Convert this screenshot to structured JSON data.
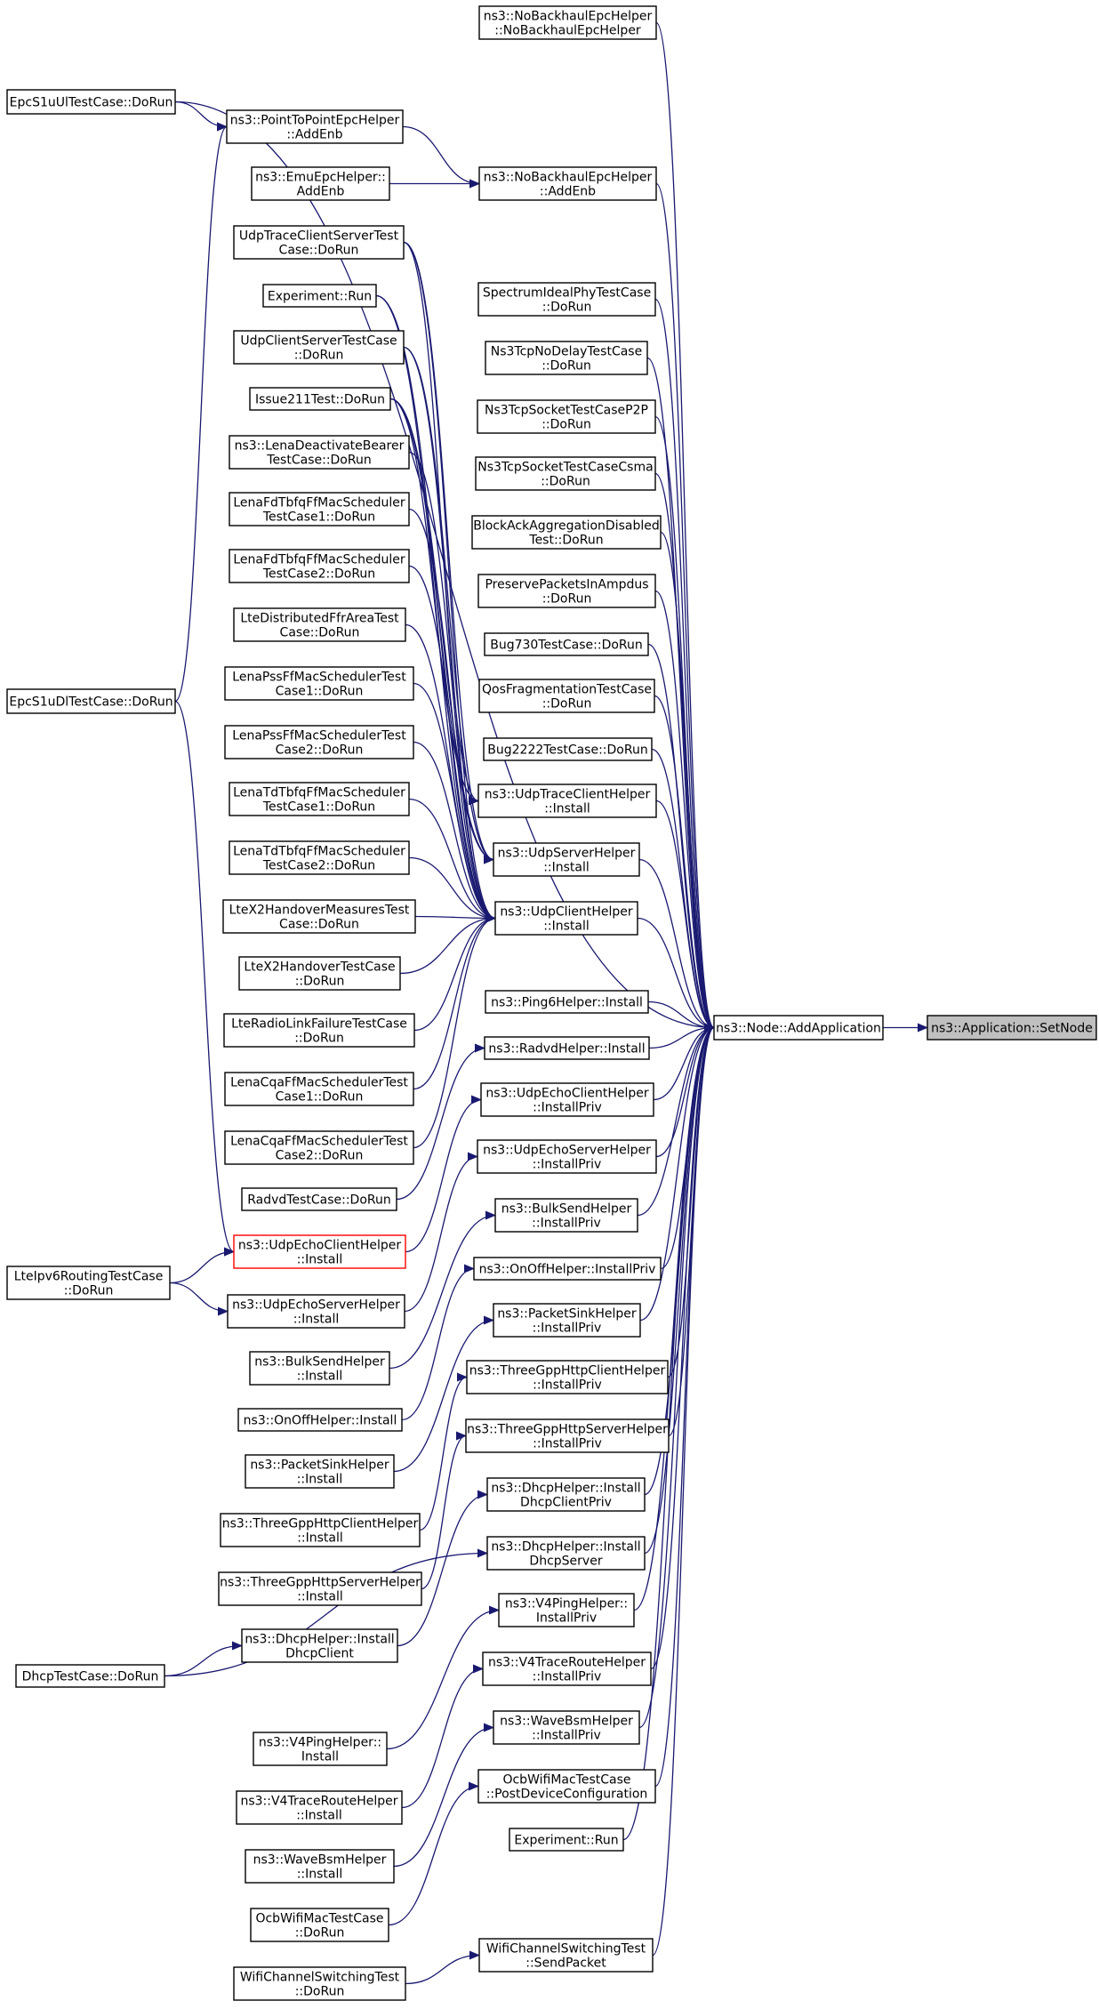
{
  "diagram": {
    "title": "",
    "nodes": [
      {
        "id": "root",
        "lines": [
          "ns3::Application::SetNode"
        ],
        "style": "root"
      },
      {
        "id": "addapp",
        "lines": [
          "ns3::Node::AddApplication"
        ]
      },
      {
        "id": "nobh_ctor",
        "lines": [
          "ns3::NoBackhaulEpcHelper",
          "::NoBackhaulEpcHelper"
        ]
      },
      {
        "id": "epcul",
        "lines": [
          "EpcS1uUlTestCase::DoRun"
        ]
      },
      {
        "id": "p2p_addenb",
        "lines": [
          "ns3::PointToPointEpcHelper",
          "::AddEnb"
        ]
      },
      {
        "id": "emu_addenb",
        "lines": [
          "ns3::EmuEpcHelper::",
          "AddEnb"
        ]
      },
      {
        "id": "nobh_addenb",
        "lines": [
          "ns3::NoBackhaulEpcHelper",
          "::AddEnb"
        ]
      },
      {
        "id": "udptracecs",
        "lines": [
          "UdpTraceClientServerTest",
          "Case::DoRun"
        ]
      },
      {
        "id": "exprun1",
        "lines": [
          "Experiment::Run"
        ]
      },
      {
        "id": "udpcs",
        "lines": [
          "UdpClientServerTestCase",
          "::DoRun"
        ]
      },
      {
        "id": "issue211",
        "lines": [
          "Issue211Test::DoRun"
        ]
      },
      {
        "id": "lenadeact",
        "lines": [
          "ns3::LenaDeactivateBearer",
          "TestCase::DoRun"
        ]
      },
      {
        "id": "lenafd1",
        "lines": [
          "LenaFdTbfqFfMacScheduler",
          "TestCase1::DoRun"
        ]
      },
      {
        "id": "lenafd2",
        "lines": [
          "LenaFdTbfqFfMacScheduler",
          "TestCase2::DoRun"
        ]
      },
      {
        "id": "ltedistffr",
        "lines": [
          "LteDistributedFfrAreaTest",
          "Case::DoRun"
        ]
      },
      {
        "id": "lenapss1",
        "lines": [
          "LenaPssFfMacSchedulerTest",
          "Case1::DoRun"
        ]
      },
      {
        "id": "lenapss2",
        "lines": [
          "LenaPssFfMacSchedulerTest",
          "Case2::DoRun"
        ]
      },
      {
        "id": "lenatd1",
        "lines": [
          "LenaTdTbfqFfMacScheduler",
          "TestCase1::DoRun"
        ]
      },
      {
        "id": "lenatd2",
        "lines": [
          "LenaTdTbfqFfMacScheduler",
          "TestCase2::DoRun"
        ]
      },
      {
        "id": "ltex2meas",
        "lines": [
          "LteX2HandoverMeasuresTest",
          "Case::DoRun"
        ]
      },
      {
        "id": "ltex2ho",
        "lines": [
          "LteX2HandoverTestCase",
          "::DoRun"
        ]
      },
      {
        "id": "lterlf",
        "lines": [
          "LteRadioLinkFailureTestCase",
          "::DoRun"
        ]
      },
      {
        "id": "lenacqa1",
        "lines": [
          "LenaCqaFfMacSchedulerTest",
          "Case1::DoRun"
        ]
      },
      {
        "id": "lenacqa2",
        "lines": [
          "LenaCqaFfMacSchedulerTest",
          "Case2::DoRun"
        ]
      },
      {
        "id": "radvdtc",
        "lines": [
          "RadvdTestCase::DoRun"
        ]
      },
      {
        "id": "epcdl",
        "lines": [
          "EpcS1uDlTestCase::DoRun"
        ]
      },
      {
        "id": "udpechoc_inst",
        "lines": [
          "ns3::UdpEchoClientHelper",
          "::Install"
        ],
        "style": "hl"
      },
      {
        "id": "lteipv6",
        "lines": [
          "LteIpv6RoutingTestCase",
          "::DoRun"
        ]
      },
      {
        "id": "udpechos_inst",
        "lines": [
          "ns3::UdpEchoServerHelper",
          "::Install"
        ]
      },
      {
        "id": "bulk_inst",
        "lines": [
          "ns3::BulkSendHelper",
          "::Install"
        ]
      },
      {
        "id": "onoff_inst",
        "lines": [
          "ns3::OnOffHelper::Install"
        ]
      },
      {
        "id": "sink_inst",
        "lines": [
          "ns3::PacketSinkHelper",
          "::Install"
        ]
      },
      {
        "id": "httpc_inst",
        "lines": [
          "ns3::ThreeGppHttpClientHelper",
          "::Install"
        ]
      },
      {
        "id": "https_inst",
        "lines": [
          "ns3::ThreeGppHttpServerHelper",
          "::Install"
        ]
      },
      {
        "id": "dhcpc_inst",
        "lines": [
          "ns3::DhcpHelper::Install",
          "DhcpClient"
        ]
      },
      {
        "id": "dhcptc",
        "lines": [
          "DhcpTestCase::DoRun"
        ]
      },
      {
        "id": "v4ping_inst",
        "lines": [
          "ns3::V4PingHelper::",
          "Install"
        ]
      },
      {
        "id": "v4trace_inst",
        "lines": [
          "ns3::V4TraceRouteHelper",
          "::Install"
        ]
      },
      {
        "id": "wavebsm_inst",
        "lines": [
          "ns3::WaveBsmHelper",
          "::Install"
        ]
      },
      {
        "id": "ocbtc",
        "lines": [
          "OcbWifiMacTestCase",
          "::DoRun"
        ]
      },
      {
        "id": "wifichsw",
        "lines": [
          "WifiChannelSwitchingTest",
          "::DoRun"
        ]
      },
      {
        "id": "specideal",
        "lines": [
          "SpectrumIdealPhyTestCase",
          "::DoRun"
        ]
      },
      {
        "id": "ns3tcpnodelay",
        "lines": [
          "Ns3TcpNoDelayTestCase",
          "::DoRun"
        ]
      },
      {
        "id": "ns3tcpp2p",
        "lines": [
          "Ns3TcpSocketTestCaseP2P",
          "::DoRun"
        ]
      },
      {
        "id": "ns3tcpcsma",
        "lines": [
          "Ns3TcpSocketTestCaseCsma",
          "::DoRun"
        ]
      },
      {
        "id": "blockack",
        "lines": [
          "BlockAckAggregationDisabled",
          "Test::DoRun"
        ]
      },
      {
        "id": "preserve",
        "lines": [
          "PreservePacketsInAmpdus",
          "::DoRun"
        ]
      },
      {
        "id": "bug730",
        "lines": [
          "Bug730TestCase::DoRun"
        ]
      },
      {
        "id": "qosfrag",
        "lines": [
          "QosFragmentationTestCase",
          "::DoRun"
        ]
      },
      {
        "id": "bug2222",
        "lines": [
          "Bug2222TestCase::DoRun"
        ]
      },
      {
        "id": "udptracec_inst",
        "lines": [
          "ns3::UdpTraceClientHelper",
          "::Install"
        ]
      },
      {
        "id": "udpserver_inst",
        "lines": [
          "ns3::UdpServerHelper",
          "::Install"
        ]
      },
      {
        "id": "udpclient_inst",
        "lines": [
          "ns3::UdpClientHelper",
          "::Install"
        ]
      },
      {
        "id": "ping6_inst",
        "lines": [
          "ns3::Ping6Helper::Install"
        ]
      },
      {
        "id": "radvd_inst",
        "lines": [
          "ns3::RadvdHelper::Install"
        ]
      },
      {
        "id": "udpechoc_priv",
        "lines": [
          "ns3::UdpEchoClientHelper",
          "::InstallPriv"
        ]
      },
      {
        "id": "udpechos_priv",
        "lines": [
          "ns3::UdpEchoServerHelper",
          "::InstallPriv"
        ]
      },
      {
        "id": "bulk_priv",
        "lines": [
          "ns3::BulkSendHelper",
          "::InstallPriv"
        ]
      },
      {
        "id": "onoff_priv",
        "lines": [
          "ns3::OnOffHelper::InstallPriv"
        ]
      },
      {
        "id": "sink_priv",
        "lines": [
          "ns3::PacketSinkHelper",
          "::InstallPriv"
        ]
      },
      {
        "id": "httpc_priv",
        "lines": [
          "ns3::ThreeGppHttpClientHelper",
          "::InstallPriv"
        ]
      },
      {
        "id": "https_priv",
        "lines": [
          "ns3::ThreeGppHttpServerHelper",
          "::InstallPriv"
        ]
      },
      {
        "id": "dhcpc_priv",
        "lines": [
          "ns3::DhcpHelper::Install",
          "DhcpClientPriv"
        ]
      },
      {
        "id": "dhcps",
        "lines": [
          "ns3::DhcpHelper::Install",
          "DhcpServer"
        ]
      },
      {
        "id": "v4ping_priv",
        "lines": [
          "ns3::V4PingHelper::",
          "InstallPriv"
        ]
      },
      {
        "id": "v4trace_priv",
        "lines": [
          "ns3::V4TraceRouteHelper",
          "::InstallPriv"
        ]
      },
      {
        "id": "wavebsm_priv",
        "lines": [
          "ns3::WaveBsmHelper",
          "::InstallPriv"
        ]
      },
      {
        "id": "ocbpost",
        "lines": [
          "OcbWifiMacTestCase",
          "::PostDeviceConfiguration"
        ]
      },
      {
        "id": "exprun2",
        "lines": [
          "Experiment::Run"
        ]
      },
      {
        "id": "wifisend",
        "lines": [
          "WifiChannelSwitchingTest",
          "::SendPacket"
        ]
      }
    ],
    "edges": [
      [
        "addapp",
        "root"
      ],
      [
        "nobh_ctor",
        "addapp"
      ],
      [
        "epcul",
        "addapp"
      ],
      [
        "nobh_addenb",
        "addapp"
      ],
      [
        "specideal",
        "addapp"
      ],
      [
        "ns3tcpnodelay",
        "addapp"
      ],
      [
        "ns3tcpp2p",
        "addapp"
      ],
      [
        "ns3tcpcsma",
        "addapp"
      ],
      [
        "blockack",
        "addapp"
      ],
      [
        "preserve",
        "addapp"
      ],
      [
        "bug730",
        "addapp"
      ],
      [
        "qosfrag",
        "addapp"
      ],
      [
        "bug2222",
        "addapp"
      ],
      [
        "udptracec_inst",
        "addapp"
      ],
      [
        "udpserver_inst",
        "addapp"
      ],
      [
        "udpclient_inst",
        "addapp"
      ],
      [
        "ping6_inst",
        "addapp"
      ],
      [
        "radvd_inst",
        "addapp"
      ],
      [
        "udpechoc_priv",
        "addapp"
      ],
      [
        "udpechos_priv",
        "addapp"
      ],
      [
        "bulk_priv",
        "addapp"
      ],
      [
        "onoff_priv",
        "addapp"
      ],
      [
        "sink_priv",
        "addapp"
      ],
      [
        "httpc_priv",
        "addapp"
      ],
      [
        "https_priv",
        "addapp"
      ],
      [
        "dhcpc_priv",
        "addapp"
      ],
      [
        "dhcps",
        "addapp"
      ],
      [
        "v4ping_priv",
        "addapp"
      ],
      [
        "v4trace_priv",
        "addapp"
      ],
      [
        "wavebsm_priv",
        "addapp"
      ],
      [
        "ocbpost",
        "addapp"
      ],
      [
        "exprun2",
        "addapp"
      ],
      [
        "wifisend",
        "addapp"
      ],
      [
        "epcul",
        "p2p_addenb"
      ],
      [
        "p2p_addenb",
        "nobh_addenb"
      ],
      [
        "emu_addenb",
        "nobh_addenb"
      ],
      [
        "udptracecs",
        "udptracec_inst"
      ],
      [
        "udptracecs",
        "udpserver_inst"
      ],
      [
        "udptracecs",
        "udpclient_inst"
      ],
      [
        "exprun1",
        "udpserver_inst"
      ],
      [
        "exprun1",
        "udpclient_inst"
      ],
      [
        "udpcs",
        "udpserver_inst"
      ],
      [
        "udpcs",
        "udpclient_inst"
      ],
      [
        "issue211",
        "udptracec_inst"
      ],
      [
        "issue211",
        "udpserver_inst"
      ],
      [
        "issue211",
        "udpclient_inst"
      ],
      [
        "lenadeact",
        "udpclient_inst"
      ],
      [
        "lenafd1",
        "udpclient_inst"
      ],
      [
        "lenafd2",
        "udpclient_inst"
      ],
      [
        "ltedistffr",
        "udpclient_inst"
      ],
      [
        "lenapss1",
        "udpclient_inst"
      ],
      [
        "lenapss2",
        "udpclient_inst"
      ],
      [
        "lenatd1",
        "udpclient_inst"
      ],
      [
        "lenatd2",
        "udpclient_inst"
      ],
      [
        "ltex2meas",
        "udpclient_inst"
      ],
      [
        "ltex2ho",
        "udpclient_inst"
      ],
      [
        "lterlf",
        "udpclient_inst"
      ],
      [
        "lenacqa1",
        "udpclient_inst"
      ],
      [
        "lenacqa2",
        "udpclient_inst"
      ],
      [
        "radvdtc",
        "radvd_inst"
      ],
      [
        "epcdl",
        "udpechoc_inst"
      ],
      [
        "epcdl",
        "p2p_addenb"
      ],
      [
        "lteipv6",
        "udpechoc_inst"
      ],
      [
        "lteipv6",
        "udpechos_inst"
      ],
      [
        "udpechoc_inst",
        "udpechoc_priv"
      ],
      [
        "udpechos_inst",
        "udpechos_priv"
      ],
      [
        "bulk_inst",
        "bulk_priv"
      ],
      [
        "onoff_inst",
        "onoff_priv"
      ],
      [
        "sink_inst",
        "sink_priv"
      ],
      [
        "httpc_inst",
        "httpc_priv"
      ],
      [
        "https_inst",
        "https_priv"
      ],
      [
        "dhcpc_inst",
        "dhcpc_priv"
      ],
      [
        "dhcptc",
        "dhcpc_inst"
      ],
      [
        "dhcptc",
        "dhcps"
      ],
      [
        "v4ping_inst",
        "v4ping_priv"
      ],
      [
        "v4trace_inst",
        "v4trace_priv"
      ],
      [
        "wavebsm_inst",
        "wavebsm_priv"
      ],
      [
        "ocbtc",
        "ocbpost"
      ],
      [
        "wifichsw",
        "wifisend"
      ]
    ],
    "colors": {
      "edge": "#191970",
      "node_border": "#000000",
      "highlight_border": "#ff0000",
      "root_fill": "#bfbfbf",
      "node_fill": "#ffffff"
    }
  }
}
